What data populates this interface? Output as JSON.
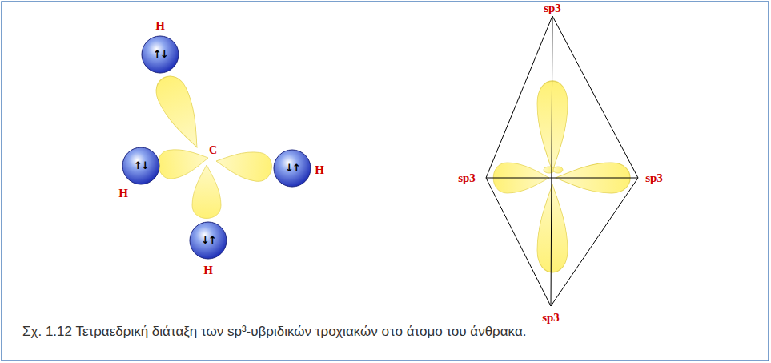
{
  "diagram": {
    "caption": "Σχ. 1.12 Τετραεδρική διάταξη των sp³-υβριδικών τροχιακών στο άτομο του άνθρακα.",
    "nodes": [
      {
        "text": [
          "↑↓",
          "H"
        ]
      },
      {
        "text": [
          "↑↓",
          "H"
        ]
      },
      {
        "text": [
          "↓↑",
          "H"
        ]
      },
      {
        "text": [
          "↓↑",
          "H"
        ]
      }
    ],
    "labels": [
      "C",
      "sp3",
      "sp3",
      "sp3",
      "sp3"
    ]
  }
}
